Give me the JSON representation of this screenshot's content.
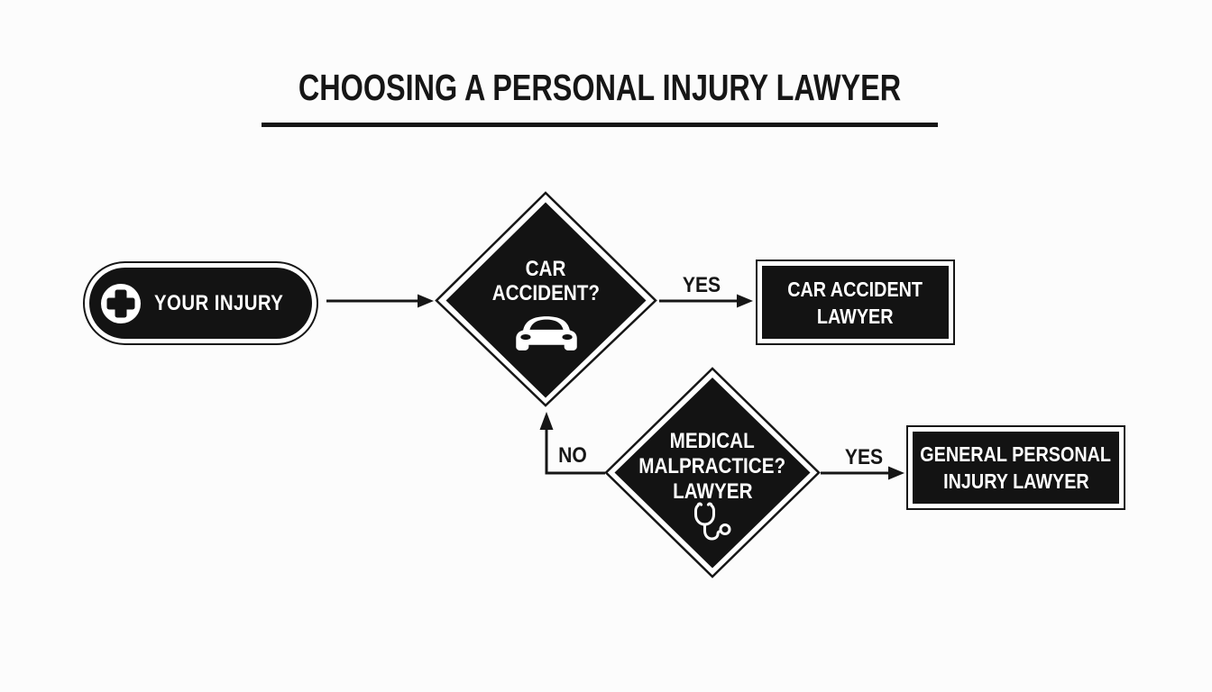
{
  "title": "CHOOSING A PERSONAL INJURY LAWYER",
  "colors": {
    "background": "#fcfcfc",
    "node_fill": "#131313",
    "node_text": "#ffffff",
    "line": "#161616"
  },
  "flowchart": {
    "start": {
      "label": "YOUR INJURY",
      "icon": "medical-cross-icon"
    },
    "decision_car": {
      "lines": [
        "CAR",
        "ACCIDENT?"
      ],
      "icon": "car-icon"
    },
    "decision_medical": {
      "lines": [
        "MEDICAL",
        "MALPRACTICE?",
        "LAWYER"
      ],
      "icon": "stethoscope-icon"
    },
    "outcome_car": {
      "lines": [
        "CAR ACCIDENT",
        "LAWYER"
      ]
    },
    "outcome_general": {
      "lines": [
        "GENERAL PERSONAL",
        "INJURY LAWYER"
      ]
    },
    "edge_labels": {
      "car_yes": "YES",
      "car_no": "NO",
      "medical_yes": "YES"
    }
  }
}
